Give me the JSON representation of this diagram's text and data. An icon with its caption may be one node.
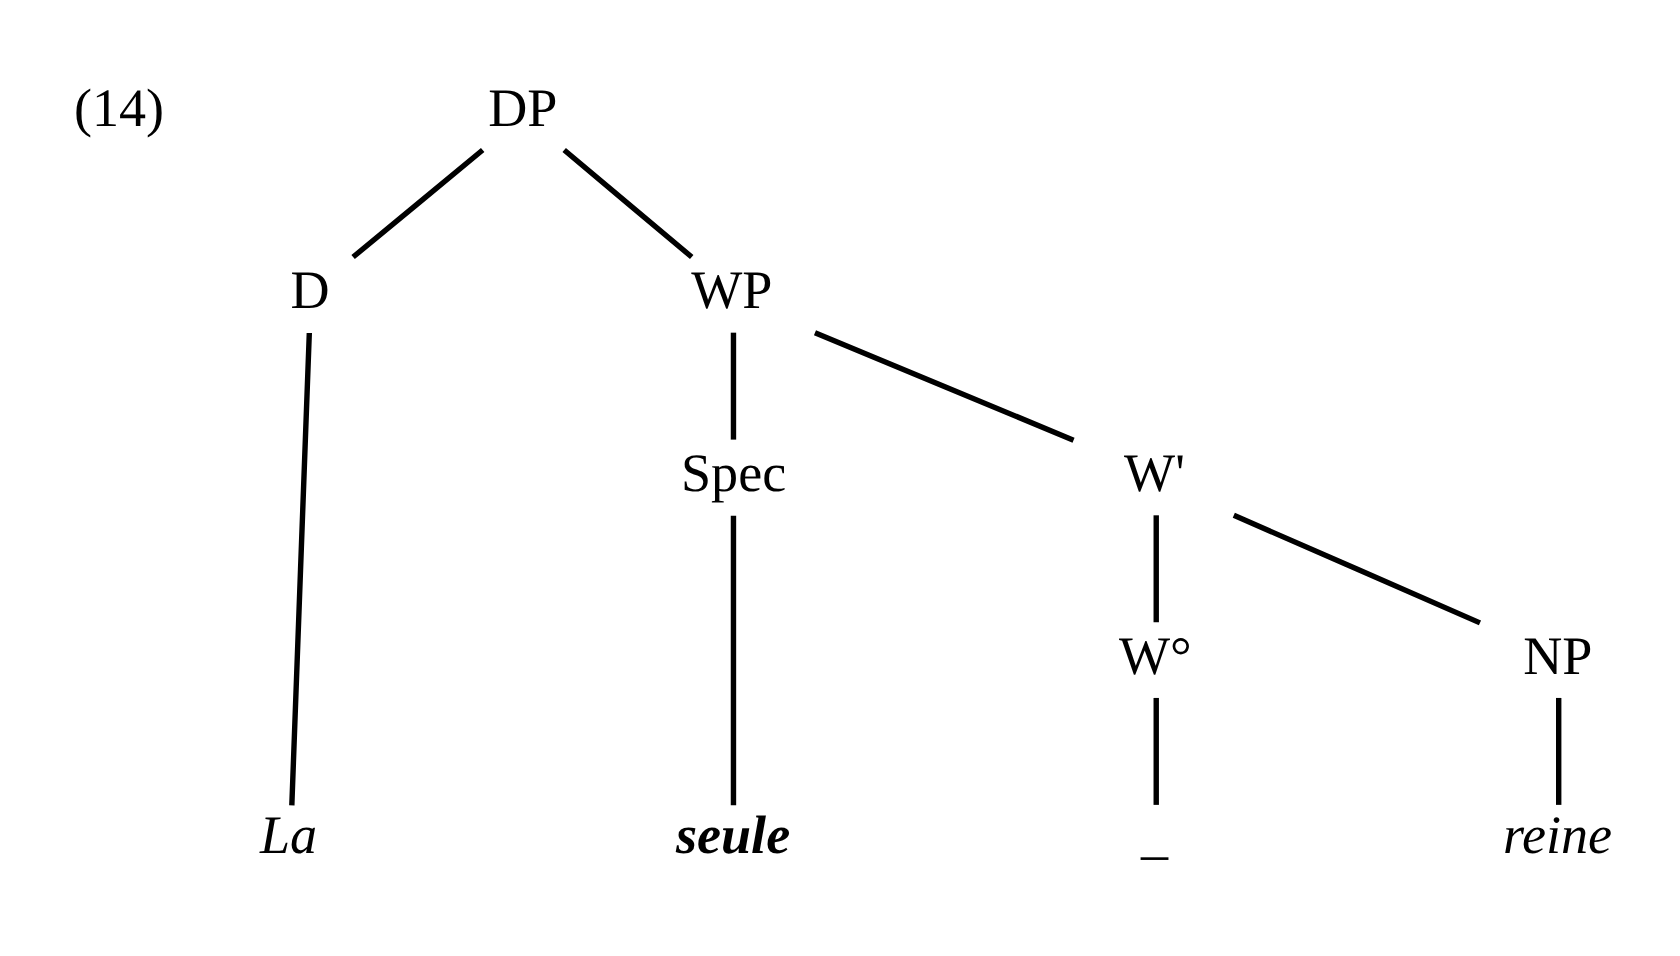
{
  "diagram": {
    "nodes": [
      {
        "text": [
          "DP"
        ]
      },
      {
        "text": [
          "D"
        ]
      },
      {
        "text": [
          "WP"
        ]
      },
      {
        "text": [
          "Spec"
        ]
      },
      {
        "text": [
          "W'"
        ]
      },
      {
        "text": [
          "W°"
        ]
      },
      {
        "text": [
          "NP"
        ]
      },
      {
        "text": [
          "La"
        ]
      },
      {
        "text": [
          "seule"
        ]
      },
      {
        "text": [
          "_"
        ]
      },
      {
        "text": [
          "reine"
        ]
      }
    ],
    "edges": [
      {
        "from": 0,
        "to": 1,
        "arrow": "none"
      },
      {
        "from": 0,
        "to": 2,
        "arrow": "none"
      },
      {
        "from": 2,
        "to": 3,
        "arrow": "none"
      },
      {
        "from": 2,
        "to": 4,
        "arrow": "none"
      },
      {
        "from": 4,
        "to": 5,
        "arrow": "none"
      },
      {
        "from": 4,
        "to": 6,
        "arrow": "none"
      },
      {
        "from": 1,
        "to": 7,
        "arrow": "none"
      },
      {
        "from": 3,
        "to": 8,
        "arrow": "none"
      },
      {
        "from": 5,
        "to": 9,
        "arrow": "none"
      },
      {
        "from": 6,
        "to": 10,
        "arrow": "none"
      }
    ],
    "labels": [
      "(14)"
    ]
  }
}
